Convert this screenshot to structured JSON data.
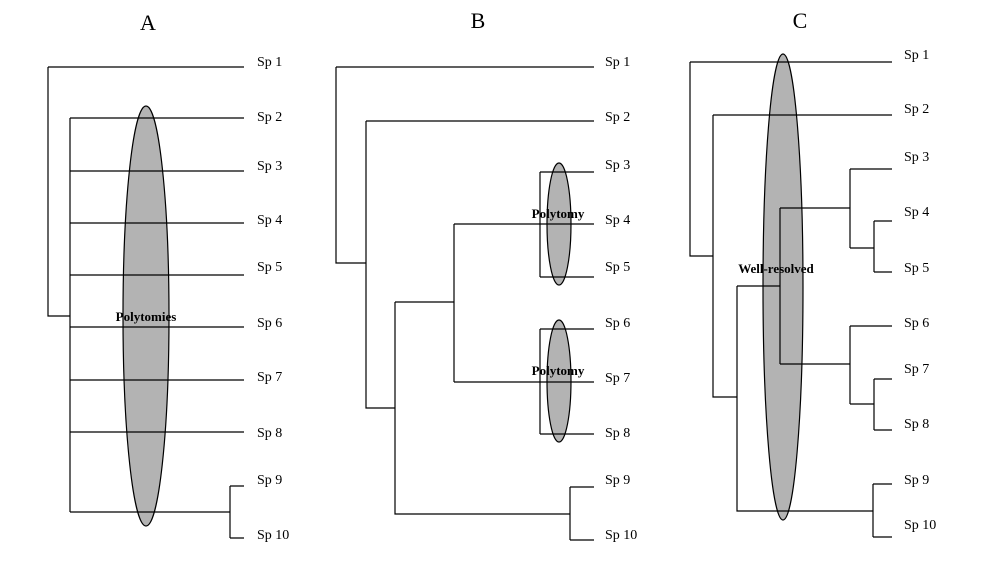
{
  "colors": {
    "ellipse_fill": "#b3b3b3",
    "line": "#000000",
    "background": "#ffffff"
  },
  "panels": [
    {
      "letter": "A",
      "species": [
        "Sp 1",
        "Sp 2",
        "Sp 3",
        "Sp 4",
        "Sp 5",
        "Sp 6",
        "Sp 7",
        "Sp 8",
        "Sp 9",
        "Sp 10"
      ],
      "annotations": [
        "Polytomies"
      ]
    },
    {
      "letter": "B",
      "species": [
        "Sp 1",
        "Sp 2",
        "Sp 3",
        "Sp 4",
        "Sp 5",
        "Sp 6",
        "Sp 7",
        "Sp 8",
        "Sp 9",
        "Sp 10"
      ],
      "annotations": [
        "Polytomy",
        "Polytomy"
      ]
    },
    {
      "letter": "C",
      "species": [
        "Sp 1",
        "Sp 2",
        "Sp 3",
        "Sp 4",
        "Sp 5",
        "Sp 6",
        "Sp 7",
        "Sp 8",
        "Sp 9",
        "Sp 10"
      ],
      "annotations": [
        "Well-resolved"
      ]
    }
  ]
}
